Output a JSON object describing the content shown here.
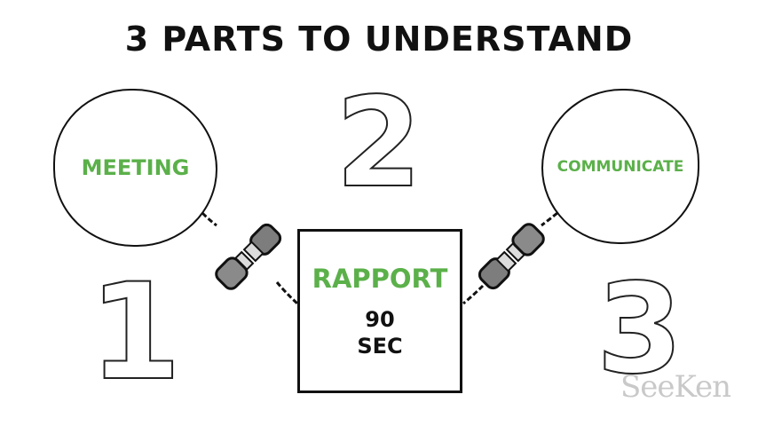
{
  "title": "3 PARTS TO UNDERSTAND",
  "parts": {
    "left_circle_label": "MEETING",
    "right_circle_label": "COMMUNICATE",
    "center_box": {
      "title": "RAPPORT",
      "line1": "90",
      "line2": "SEC"
    }
  },
  "numbers": {
    "one": "1",
    "two": "2",
    "three": "3"
  },
  "watermark": "SeeKen",
  "colors": {
    "accent_green": "#5bb04a",
    "outline": "#111111",
    "plug_fill": "#8a8a8a"
  }
}
